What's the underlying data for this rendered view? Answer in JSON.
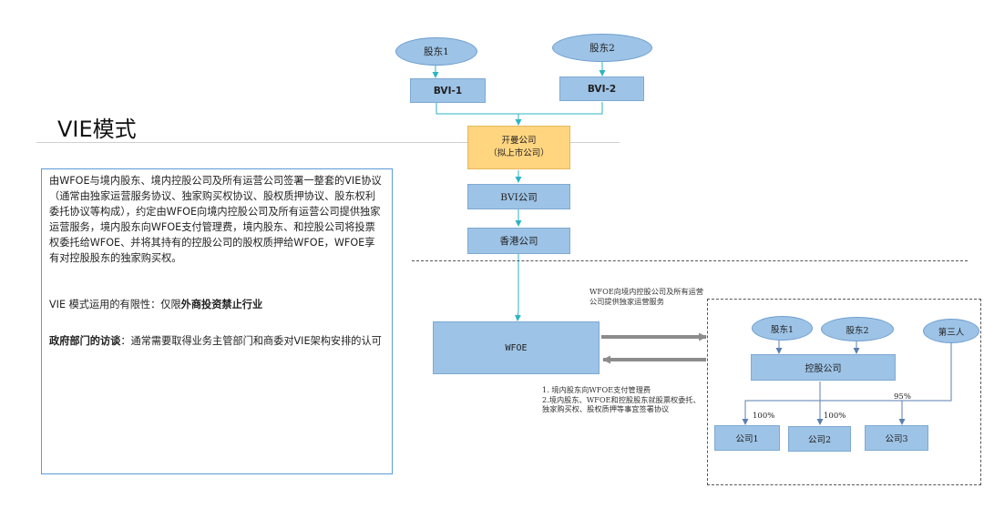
{
  "title": "VIE模式",
  "panel": {
    "desc": "由WFOE与境内股东、境内控股公司及所有运营公司签署一整套的VIE协议（通常由独家运营服务协议、独家购买权协议、股权质押协议、股东权利委托协议等构成），约定由WFOE向境内控股公司及所有运营公司提供独家运营服务，境内股东向WFOE支付管理费，境内股东、和控股公司将投票权委托给WFOE、并将其持有的控股公司的股权质押给WFOE，WFOE享有对控股股东的独家购买权。",
    "limit_label": "VIE 模式运用的有限性：仅限",
    "limit_bold": "外商投资禁止行业",
    "gov_bold": "政府部门的访谈",
    "gov_text": "：通常需要取得业务主管部门和商委对VIE架构安排的认可"
  },
  "diagram": {
    "shareholder1": "股东1",
    "shareholder2": "股东2",
    "bvi1": "BVI-1",
    "bvi2": "BVI-2",
    "parent_line1": "开曼公司",
    "parent_line2": "（拟上市公司）",
    "bvi_company": "BVI公司",
    "hk_company": "香港公司",
    "wfoe": "WFOE",
    "note_top": "WFOE向境内控股公司及所有运营公司提供独家运营服务",
    "note_bottom_1": "1. 境内股东向WFOE支付管理费",
    "note_bottom_2": "2.境内股东、WFOE和控股股东就股票权委托、独家购买权、股权质押等事宜签署协议",
    "domestic_shareholder1": "股东1",
    "domestic_shareholder2": "股东2",
    "third_party": "第三人",
    "holding_company": "控股公司",
    "pct_1": "100%",
    "pct_2": "100%",
    "pct_3": "95%",
    "company1": "公司1",
    "company2": "公司2",
    "company3": "公司3"
  },
  "colors": {
    "box_fill": "#9dc3e6",
    "parent_fill": "#ffd580",
    "connector": "#2bb5c2",
    "panel_border": "#5b9bd5",
    "arrow_gray": "#8c8c8c"
  }
}
